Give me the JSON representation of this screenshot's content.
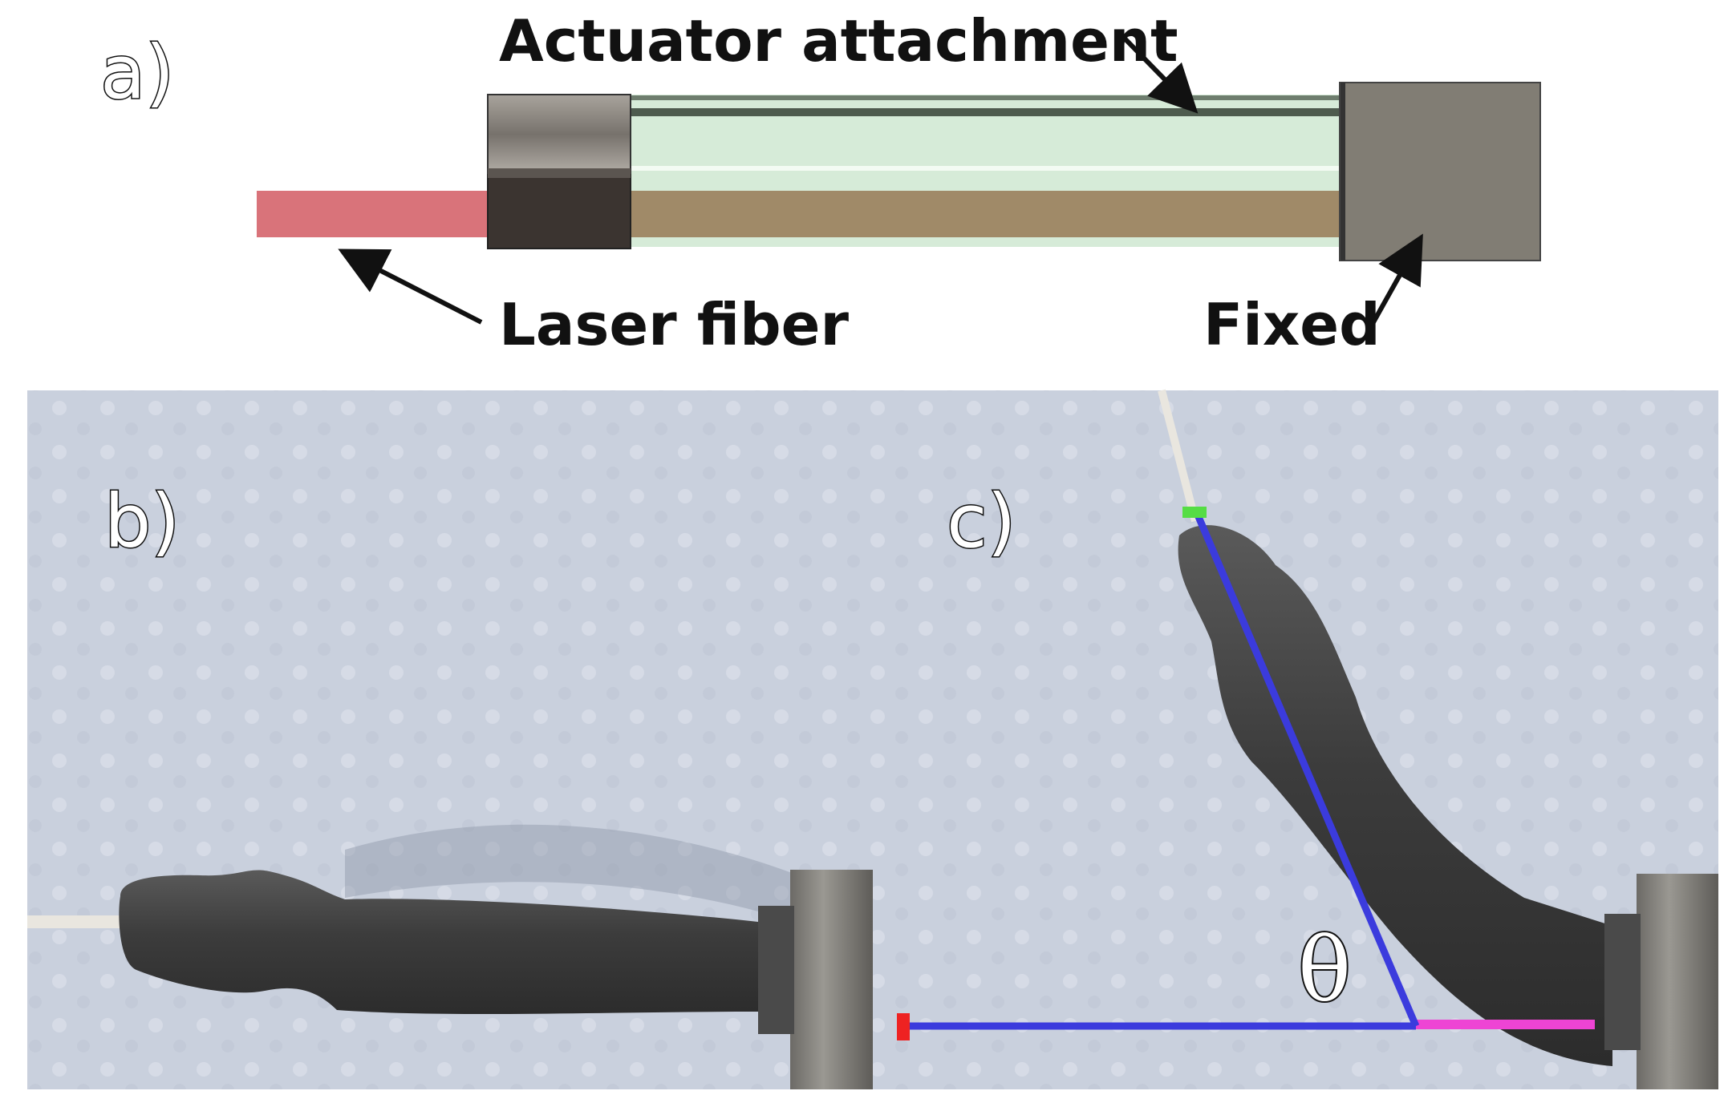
{
  "panels": {
    "a": {
      "letter": "a)"
    },
    "b": {
      "letter": "b)"
    },
    "c": {
      "letter": "c)"
    }
  },
  "callouts": {
    "actuator": "Actuator attachment",
    "laser": "Laser fiber",
    "fixed": "Fixed"
  },
  "angle_symbol": "θ",
  "colors": {
    "laser_fiber": "#d9737a",
    "actuator_tube": "#cfe8d1",
    "lower_tube": "#a08a68",
    "cap_top": "#8f8a84",
    "cap_bottom": "#3b3430",
    "fixed_block": "#817d74",
    "photo_background": "#c9d0dd",
    "catheter": "#484848",
    "connector": "#7d7b76",
    "angle_line": "#3b3bdd",
    "base_line": "#ee44d4",
    "tip_marker": "#55dd44",
    "start_marker": "#ee2222"
  }
}
